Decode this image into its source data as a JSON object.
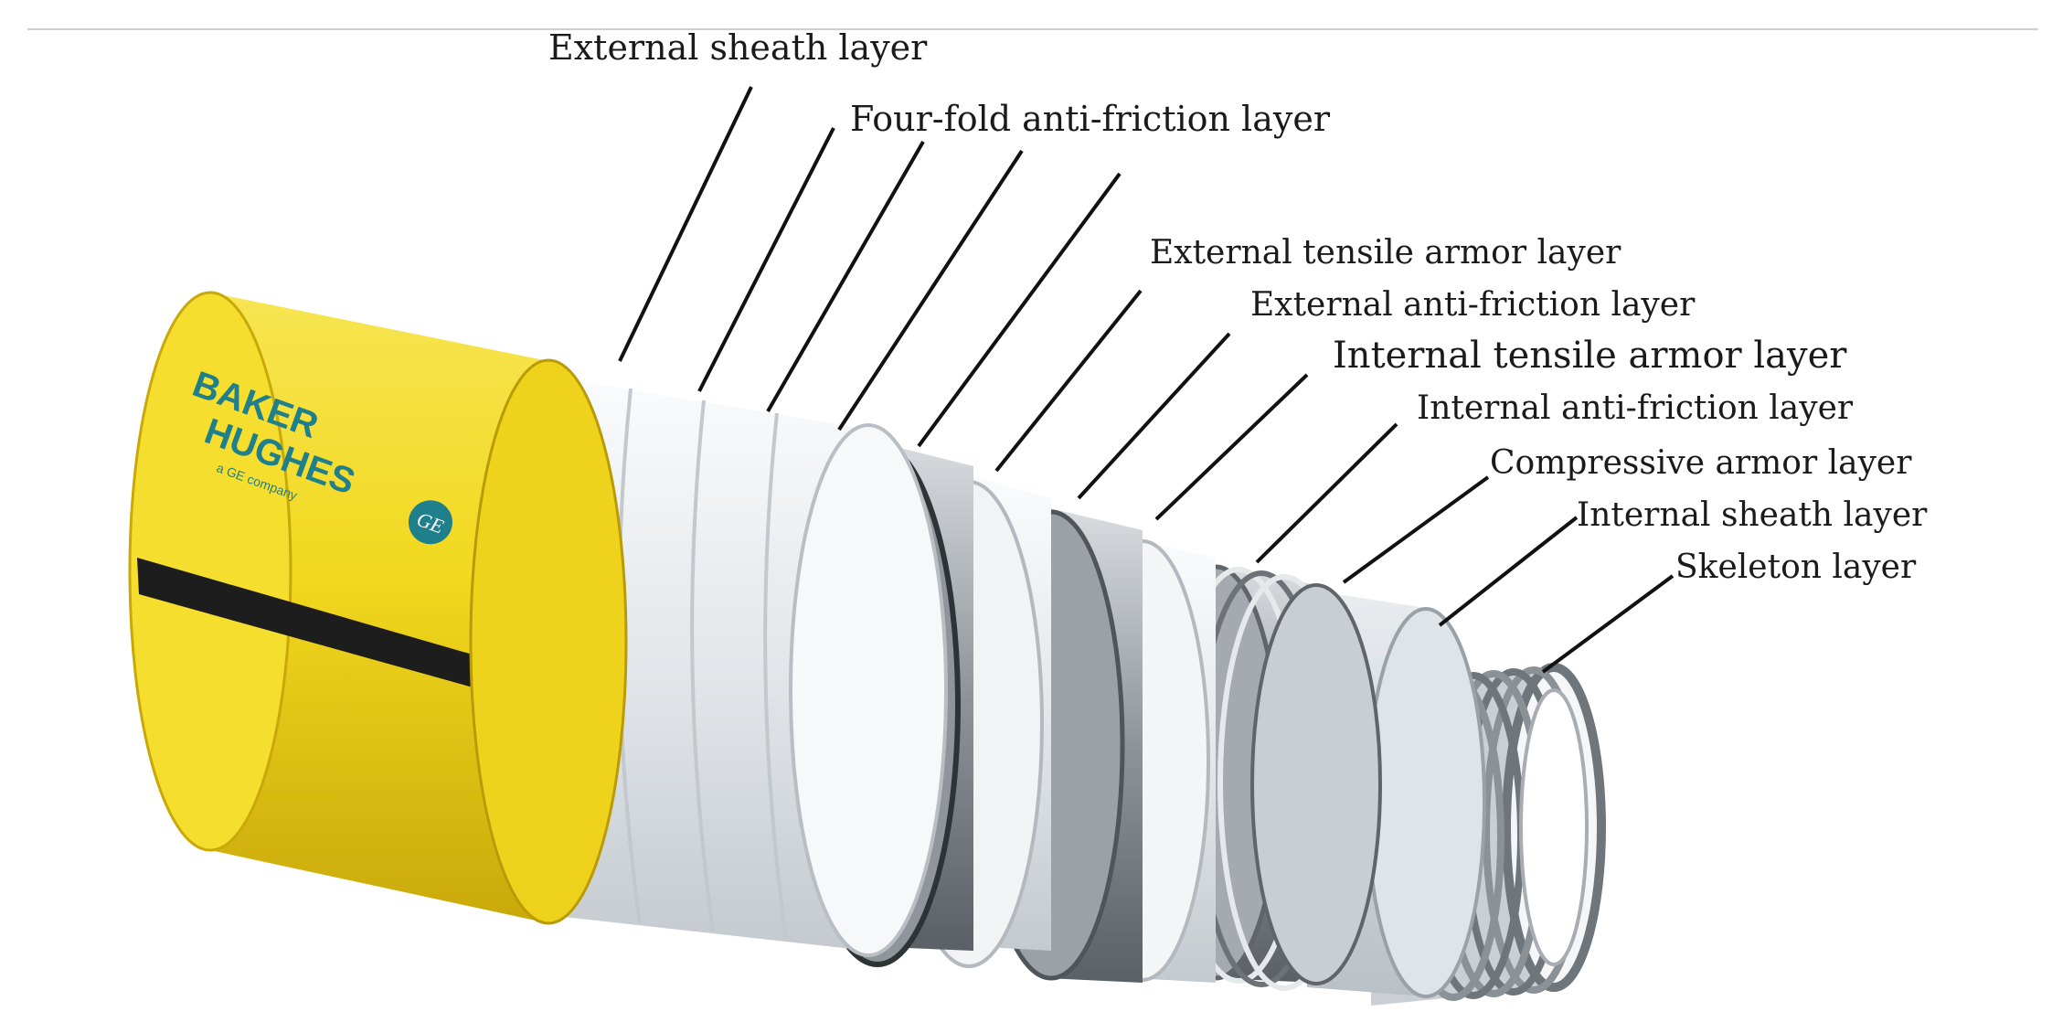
{
  "labels": {
    "external_sheath": "External sheath layer",
    "four_fold_anti_friction": "Four-fold anti-friction layer",
    "external_tensile_armor": "External tensile armor layer",
    "external_anti_friction": "External anti-friction layer",
    "internal_tensile_armor": "Internal tensile armor layer",
    "internal_anti_friction": "Internal anti-friction layer",
    "compressive_armor": "Compressive armor layer",
    "internal_sheath": "Internal sheath layer",
    "skeleton": "Skeleton layer"
  },
  "logo": {
    "brand_line1": "BAKER",
    "brand_line2": "HUGHES",
    "tagline": "a GE company",
    "mark": "GE"
  },
  "colors": {
    "sheath_yellow": "#f2d81e",
    "tape_white": "#eceff1",
    "armor_steel": "#8e9499",
    "brand_teal": "#1f7f8a"
  }
}
